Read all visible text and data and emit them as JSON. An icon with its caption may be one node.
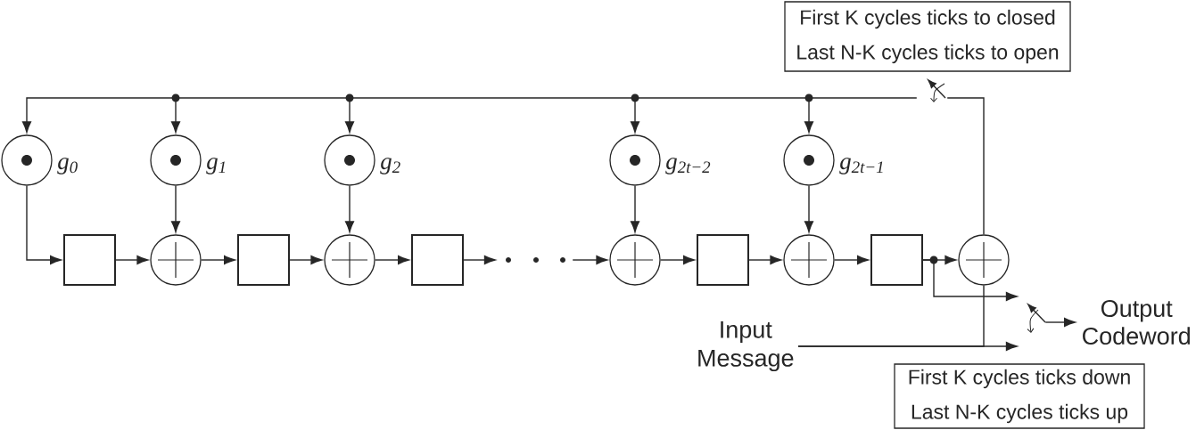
{
  "diagram": {
    "nodes": [
      {
        "text": [
          "First K cycles ticks to closed",
          "Last N-K cycles ticks to open"
        ]
      },
      {
        "text": [],
        "shape": "switch"
      },
      {
        "text": [],
        "shape": "circle",
        "beside": [
          "g$_{0}$"
        ]
      },
      {
        "text": [],
        "shape": "circle",
        "beside": [
          "g$_{1}$"
        ]
      },
      {
        "text": [],
        "shape": "circle",
        "beside": [
          "g$_{2}$"
        ]
      },
      {
        "text": [],
        "shape": "circle",
        "beside": [
          "g$_{2t−2}$"
        ]
      },
      {
        "text": [],
        "shape": "circle",
        "beside": [
          "g$_{2t−1}$"
        ]
      },
      {
        "text": [],
        "shape": "box"
      },
      {
        "text": [],
        "shape": "circle"
      },
      {
        "text": [],
        "shape": "box"
      },
      {
        "text": [],
        "shape": "circle"
      },
      {
        "text": [],
        "shape": "box"
      },
      {
        "text": [],
        "shape": "dots"
      },
      {
        "text": [],
        "shape": "circle"
      },
      {
        "text": [],
        "shape": "box"
      },
      {
        "text": [],
        "shape": "circle"
      },
      {
        "text": [],
        "shape": "box"
      },
      {
        "text": [],
        "shape": "circle"
      },
      {
        "text": [],
        "shape": "switch"
      },
      {
        "text": [
          "Input Message"
        ]
      },
      {
        "text": [
          "Output Codeword"
        ]
      },
      {
        "text": [
          "First K cycles ticks down",
          "Last N-K cycles ticks up"
        ]
      }
    ],
    "edges": [
      {
        "from": 17,
        "to": 1,
        "arrow": "none"
      },
      {
        "from": 1,
        "to": 6,
        "arrow": "to"
      },
      {
        "from": 1,
        "to": 5,
        "arrow": "to"
      },
      {
        "from": 1,
        "to": 4,
        "arrow": "to"
      },
      {
        "from": 1,
        "to": 3,
        "arrow": "to"
      },
      {
        "from": 1,
        "to": 2,
        "arrow": "to"
      },
      {
        "from": 2,
        "to": 7,
        "arrow": "to"
      },
      {
        "from": 3,
        "to": 8,
        "arrow": "to"
      },
      {
        "from": 4,
        "to": 10,
        "arrow": "to"
      },
      {
        "from": 5,
        "to": 13,
        "arrow": "to"
      },
      {
        "from": 6,
        "to": 15,
        "arrow": "to"
      },
      {
        "from": 7,
        "to": 8,
        "arrow": "to"
      },
      {
        "from": 8,
        "to": 9,
        "arrow": "to"
      },
      {
        "from": 9,
        "to": 10,
        "arrow": "to"
      },
      {
        "from": 10,
        "to": 11,
        "arrow": "to"
      },
      {
        "from": 11,
        "to": 12,
        "arrow": "to"
      },
      {
        "from": 12,
        "to": 13,
        "arrow": "to"
      },
      {
        "from": 13,
        "to": 14,
        "arrow": "to"
      },
      {
        "from": 14,
        "to": 15,
        "arrow": "to"
      },
      {
        "from": 15,
        "to": 16,
        "arrow": "to"
      },
      {
        "from": 16,
        "to": 17,
        "arrow": "to"
      },
      {
        "from": 16,
        "to": 18,
        "arrow": "to"
      },
      {
        "from": 19,
        "to": 17,
        "arrow": "none"
      },
      {
        "from": 19,
        "to": 18,
        "arrow": "to"
      },
      {
        "from": 18,
        "to": 20,
        "arrow": "to"
      }
    ]
  }
}
